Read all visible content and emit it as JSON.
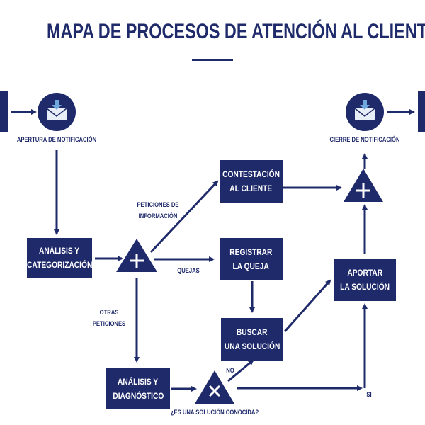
{
  "title": "MAPA DE PROCESOS DE ATENCIÓN AL CLIENTE",
  "colors": {
    "primary": "#1f2a6b",
    "background": "#ffffff",
    "icon_accent": "#6fa8dc"
  },
  "events": {
    "start": {
      "label": "APERTURA DE NOTIFICACIÓN",
      "icon": "envelope-download-icon"
    },
    "end": {
      "label": "CIERRE DE NOTIFICACIÓN",
      "icon": "envelope-download-icon"
    }
  },
  "boxes": {
    "analisis_categorizacion": [
      "ANÁLISIS Y",
      "CATEGORIZACIÓN"
    ],
    "contestacion": [
      "CONTESTACIÓN",
      "AL CLIENTE"
    ],
    "registrar": [
      "REGISTRAR",
      "LA QUEJA"
    ],
    "buscar": [
      "BUSCAR",
      "UNA SOLUCIÓN"
    ],
    "aportar": [
      "APORTAR",
      "LA SOLUCIÓN"
    ],
    "analisis_diagnostico": [
      "ANÁLISIS Y",
      "DIAGNÓSTICO"
    ]
  },
  "gateways": {
    "split": "parallel",
    "merge": "parallel",
    "decision": "exclusive"
  },
  "edge_labels": {
    "peticiones": [
      "PETICIONES DE",
      "INFORMACIÓN"
    ],
    "quejas": "QUEJAS",
    "otras": [
      "OTRAS",
      "PETICIONES"
    ],
    "no": "NO",
    "si": "SI",
    "pregunta": "¿ES UNA SOLUCIÓN CONOCIDA?"
  }
}
